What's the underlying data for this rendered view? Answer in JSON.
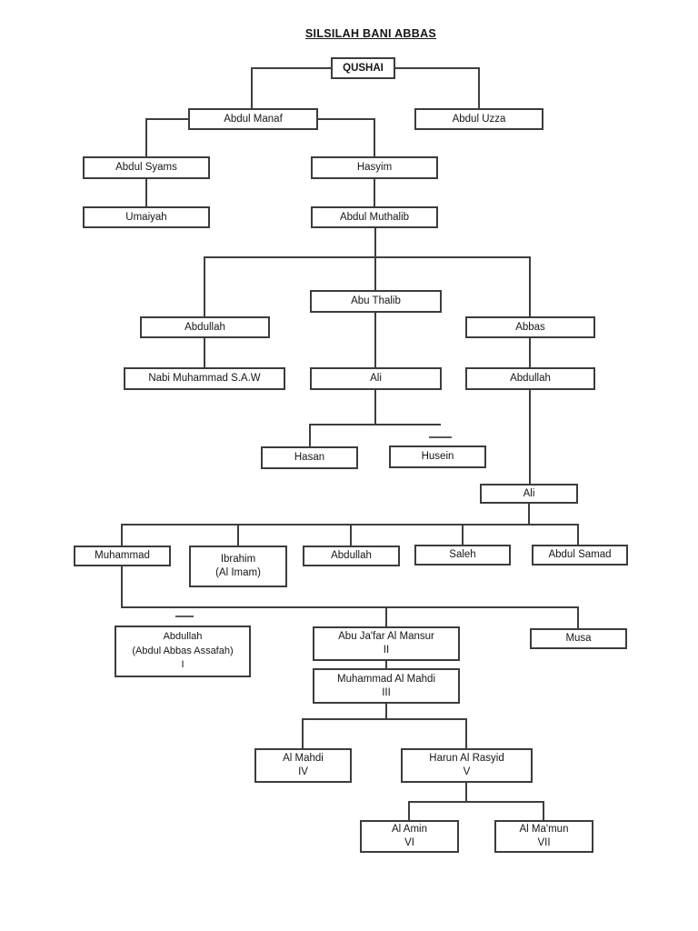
{
  "title": "SILSILAH BANI ABBAS",
  "nodes": {
    "qushai": {
      "label": "QUSHAI"
    },
    "abdul_manaf": {
      "label": "Abdul Manaf"
    },
    "abdul_uzza": {
      "label": "Abdul Uzza"
    },
    "abdul_syams": {
      "label": "Abdul Syams"
    },
    "hasyim": {
      "label": "Hasyim"
    },
    "umaiyah": {
      "label": "Umaiyah"
    },
    "abdul_muthalib": {
      "label": "Abdul Muthalib"
    },
    "abu_thalib": {
      "label": "Abu Thalib"
    },
    "abdullah_1": {
      "label": "Abdullah"
    },
    "abbas": {
      "label": "Abbas"
    },
    "nabi_muhammad": {
      "label": "Nabi Muhammad S.A.W"
    },
    "ali_1": {
      "label": "Ali"
    },
    "abdullah_2": {
      "label": "Abdullah"
    },
    "hasan": {
      "label": "Hasan"
    },
    "husein": {
      "label": "Husein"
    },
    "ali_2": {
      "label": "Ali"
    },
    "muhammad": {
      "label": "Muhammad"
    },
    "ibrahim": {
      "line1": "Ibrahim",
      "line2": "(Al Imam)"
    },
    "abdullah_3": {
      "label": "Abdullah"
    },
    "saleh": {
      "label": "Saleh"
    },
    "abdul_samad": {
      "label": "Abdul Samad"
    },
    "abdullah_assafah": {
      "line1": "Abdullah",
      "line2": "(Abdul Abbas Assafah)",
      "line3": "I"
    },
    "abu_jafar": {
      "line1": "Abu Ja'far Al Mansur",
      "line2": "II"
    },
    "musa": {
      "label": "Musa"
    },
    "muhammad_al_mahdi": {
      "line1": "Muhammad Al Mahdi",
      "line2": "III"
    },
    "al_mahdi": {
      "line1": "Al Mahdi",
      "line2": "IV"
    },
    "harun_al_rasyid": {
      "line1": "Harun Al Rasyid",
      "line2": "V"
    },
    "al_amin": {
      "line1": "Al Amin",
      "line2": "VI"
    },
    "al_mamun": {
      "line1": "Al Ma'mun",
      "line2": "VII"
    }
  },
  "relations": [
    [
      "qushai",
      "abdul_manaf"
    ],
    [
      "qushai",
      "abdul_uzza"
    ],
    [
      "abdul_manaf",
      "abdul_syams"
    ],
    [
      "abdul_manaf",
      "hasyim"
    ],
    [
      "abdul_syams",
      "umaiyah"
    ],
    [
      "hasyim",
      "abdul_muthalib"
    ],
    [
      "abdul_muthalib",
      "abdullah_1"
    ],
    [
      "abdul_muthalib",
      "abu_thalib"
    ],
    [
      "abdul_muthalib",
      "abbas"
    ],
    [
      "abdullah_1",
      "nabi_muhammad"
    ],
    [
      "abu_thalib",
      "ali_1"
    ],
    [
      "abbas",
      "abdullah_2"
    ],
    [
      "ali_1",
      "hasan"
    ],
    [
      "ali_1",
      "husein"
    ],
    [
      "abdullah_2",
      "ali_2"
    ],
    [
      "ali_2",
      "muhammad"
    ],
    [
      "ali_2",
      "ibrahim"
    ],
    [
      "ali_2",
      "abdullah_3"
    ],
    [
      "ali_2",
      "saleh"
    ],
    [
      "ali_2",
      "abdul_samad"
    ],
    [
      "muhammad",
      "abdullah_assafah"
    ],
    [
      "muhammad",
      "abu_jafar"
    ],
    [
      "muhammad",
      "musa"
    ],
    [
      "abu_jafar",
      "muhammad_al_mahdi"
    ],
    [
      "muhammad_al_mahdi",
      "al_mahdi"
    ],
    [
      "muhammad_al_mahdi",
      "harun_al_rasyid"
    ],
    [
      "harun_al_rasyid",
      "al_amin"
    ],
    [
      "harun_al_rasyid",
      "al_mamun"
    ]
  ],
  "line_color": "#3e3e3e",
  "background_color": "#ffffff"
}
